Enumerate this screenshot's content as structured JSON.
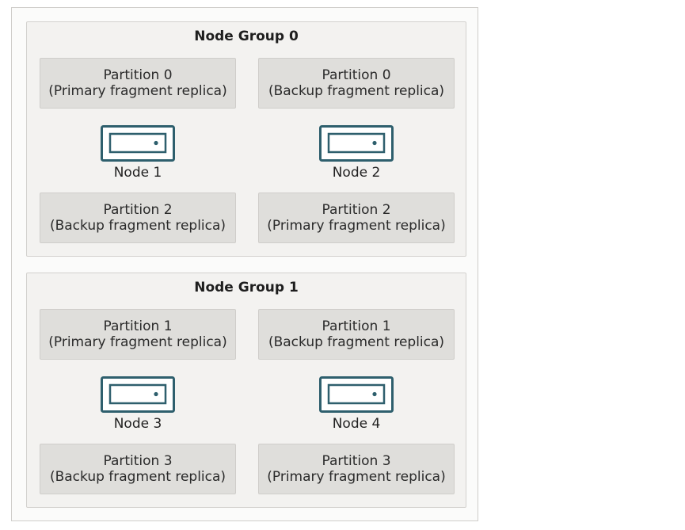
{
  "groups": [
    {
      "title": "Node Group 0",
      "partitions": [
        {
          "name": "Partition 0",
          "role": "(Primary fragment replica)"
        },
        {
          "name": "Partition 0",
          "role": "(Backup fragment replica)"
        },
        {
          "name": "Partition 2",
          "role": "(Backup fragment replica)"
        },
        {
          "name": "Partition 2",
          "role": "(Primary fragment replica)"
        }
      ],
      "nodes": [
        {
          "label": "Node 1"
        },
        {
          "label": "Node 2"
        }
      ]
    },
    {
      "title": "Node Group 1",
      "partitions": [
        {
          "name": "Partition 1",
          "role": "(Primary fragment replica)"
        },
        {
          "name": "Partition 1",
          "role": "(Backup fragment replica)"
        },
        {
          "name": "Partition 3",
          "role": "(Backup fragment replica)"
        },
        {
          "name": "Partition 3",
          "role": "(Primary fragment replica)"
        }
      ],
      "nodes": [
        {
          "label": "Node 3"
        },
        {
          "label": "Node 4"
        }
      ]
    }
  ],
  "colors": {
    "node_icon_stroke": "#2e5f6d",
    "partition_fill": "#dfdedb",
    "group_fill": "#f3f2f0"
  },
  "icons": {
    "node": "server-icon"
  }
}
